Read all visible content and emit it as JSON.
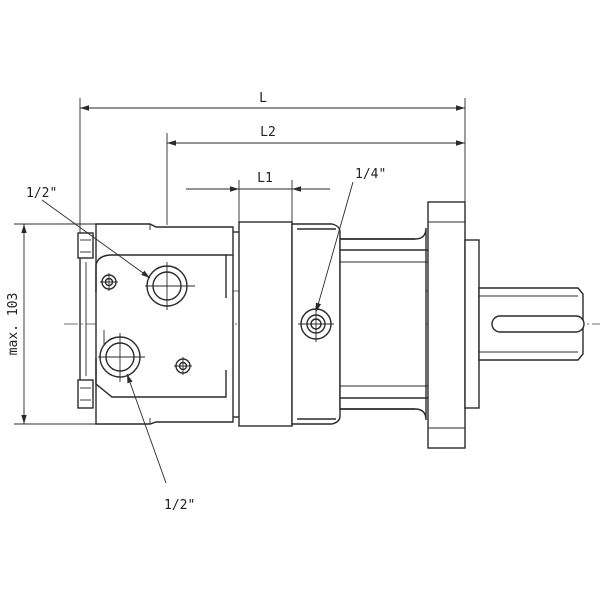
{
  "dimensions": {
    "overall_length": "L",
    "length_2": "L2",
    "length_1": "L1",
    "height": "max. 103"
  },
  "ports": {
    "port_a": "1/2\"",
    "port_b": "1/2\"",
    "drain": "1/4\""
  },
  "colors": {
    "line": "#2a2a2a",
    "shade": "#d9d9d9",
    "background": "#ffffff"
  }
}
